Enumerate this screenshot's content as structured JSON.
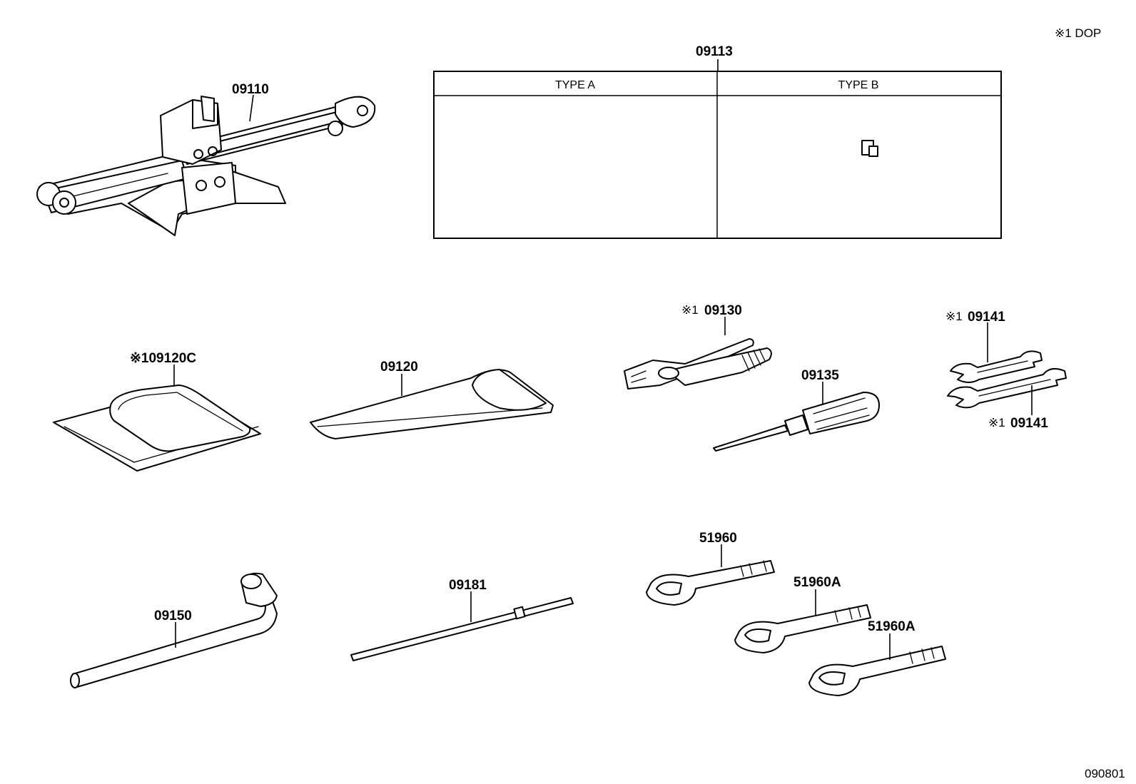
{
  "header": {
    "note": "※1 DOP",
    "diagram_id": "090801"
  },
  "jack_handle": {
    "part_no": "09113",
    "types": [
      {
        "label": "TYPE A"
      },
      {
        "label": "TYPE B"
      }
    ]
  },
  "parts": {
    "jack": "09110",
    "tool_bag_c": "※109120C",
    "tool_bag": "09120",
    "pliers": "09130",
    "pliers_mark": "※1",
    "screwdriver": "09135",
    "wrench_upper": "09141",
    "wrench_upper_mark": "※1",
    "wrench_lower": "09141",
    "wrench_lower_mark": "※1",
    "lug_wrench": "09150",
    "extension_bar": "09181",
    "tow_hook": "51960",
    "tow_hook_a1": "51960A",
    "tow_hook_a2": "51960A"
  }
}
